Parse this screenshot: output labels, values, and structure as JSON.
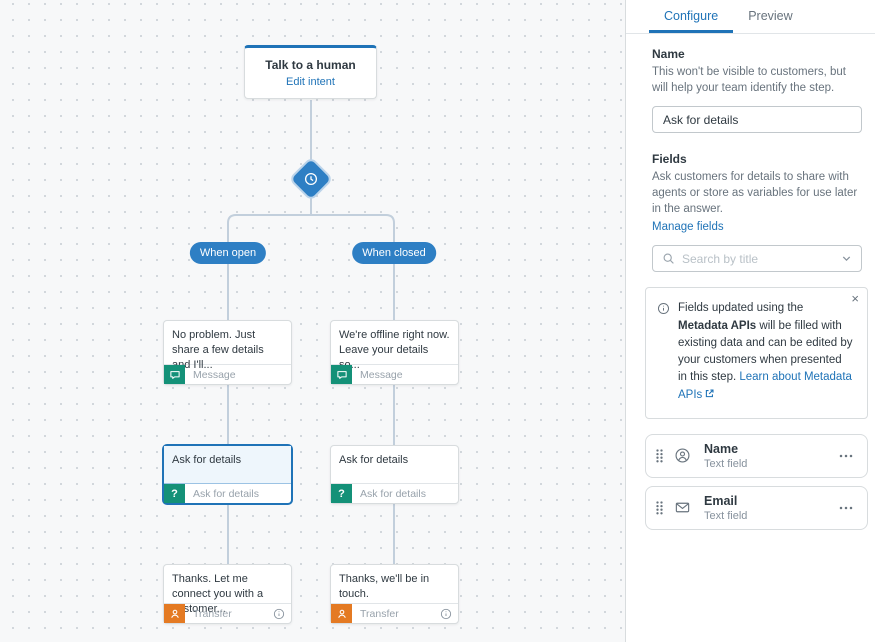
{
  "flow": {
    "intent_node": {
      "title": "Talk to a human",
      "action": "Edit intent"
    },
    "branches": {
      "open": "When open",
      "closed": "When closed"
    },
    "open_column": {
      "message": {
        "text": "No problem. Just share a few details and I'll...",
        "type": "Message"
      },
      "ask": {
        "text": "Ask for details",
        "type": "Ask for details"
      },
      "transfer": {
        "text": "Thanks. Let me connect you with a customer...",
        "type": "Transfer"
      }
    },
    "closed_column": {
      "message": {
        "text": "We're offline right now. Leave your details so...",
        "type": "Message"
      },
      "ask": {
        "text": "Ask for details",
        "type": "Ask for details"
      },
      "transfer": {
        "text": "Thanks, we'll be in touch.",
        "type": "Transfer"
      }
    }
  },
  "panel": {
    "tabs": {
      "configure": "Configure",
      "preview": "Preview"
    },
    "name_section": {
      "label": "Name",
      "description": "This won't be visible to customers, but will help your team identify the step.",
      "value": "Ask for details"
    },
    "fields_section": {
      "label": "Fields",
      "description": "Ask customers for details to share with agents or store as variables for use later in the answer.",
      "manage_link": "Manage fields",
      "search_placeholder": "Search by title"
    },
    "metadata_banner": {
      "text_start": "Fields updated using the ",
      "bold": "Metadata APIs",
      "text_end": " will be filled with existing data and can be edited by your customers when presented in this step. ",
      "link": "Learn about Metadata APIs",
      "close": "×"
    },
    "field_items": [
      {
        "title": "Name",
        "subtitle": "Text field"
      },
      {
        "title": "Email",
        "subtitle": "Text field"
      }
    ]
  },
  "colors": {
    "accent_blue": "#1f73b7",
    "node_blue": "#2e7fc4",
    "message_teal": "#149178",
    "transfer_orange": "#e47a23",
    "connector": "#c2cfdc"
  }
}
